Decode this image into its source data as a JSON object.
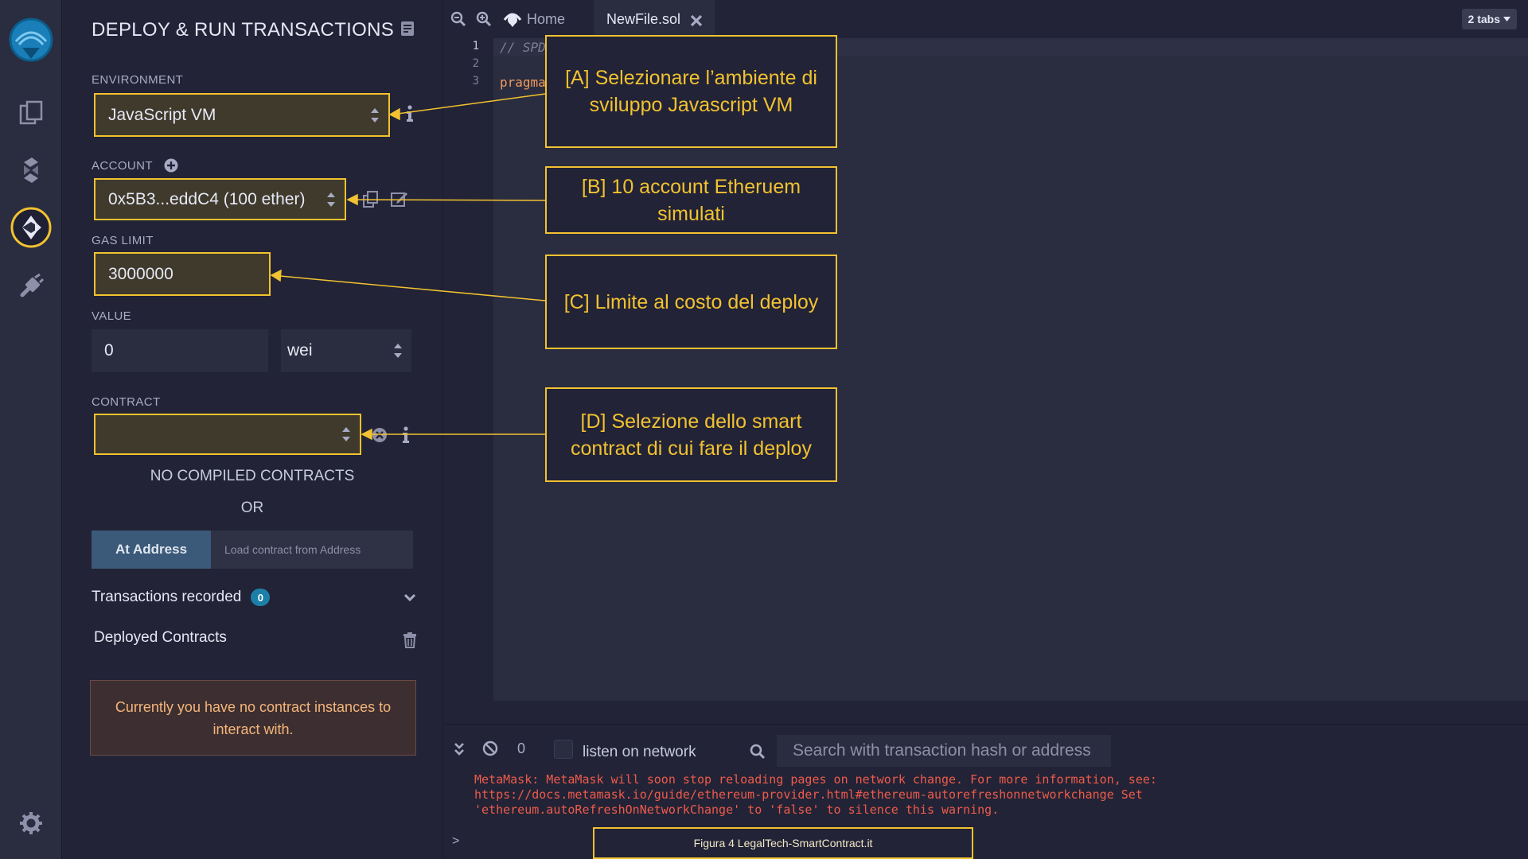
{
  "panel": {
    "title": "DEPLOY & RUN TRANSACTIONS",
    "environment": {
      "label": "ENVIRONMENT",
      "value": "JavaScript VM"
    },
    "account": {
      "label": "ACCOUNT",
      "value": "0x5B3...eddC4 (100 ether)"
    },
    "gas_limit": {
      "label": "GAS LIMIT",
      "value": "3000000"
    },
    "value": {
      "label": "VALUE",
      "amount": "0",
      "unit": "wei"
    },
    "contract": {
      "label": "CONTRACT",
      "value": ""
    },
    "no_compiled": "NO COMPILED CONTRACTS",
    "or": "OR",
    "at_address_button": "At Address",
    "load_contract_placeholder": "Load contract from Address",
    "transactions_recorded": "Transactions recorded",
    "transactions_count": "0",
    "deployed_contracts": "Deployed Contracts",
    "no_instances": "Currently you have no contract instances to interact with."
  },
  "editor": {
    "tabs": [
      {
        "label": "Home"
      },
      {
        "label": "NewFile.sol"
      }
    ],
    "tab_count": "2 tabs",
    "lines": [
      {
        "num": "1",
        "text": "// SPD"
      },
      {
        "num": "2",
        "text": ""
      },
      {
        "num": "3",
        "text": "pragma"
      }
    ]
  },
  "terminal": {
    "pending_count": "0",
    "listen_label": "listen on network",
    "search_placeholder": "Search with transaction hash or address",
    "log": [
      "MetaMask: MetaMask will soon stop reloading pages on network change. For more information, see:",
      "https://docs.metamask.io/guide/ethereum-provider.html#ethereum-autorefreshonnetworkchange Set",
      "'ethereum.autoRefreshOnNetworkChange' to 'false' to silence this warning."
    ],
    "prompt": ">"
  },
  "annotations": {
    "a": "[A] Selezionare l’ambiente di sviluppo Javascript VM",
    "b": "[B] 10 account Etheruem simulati",
    "c": "[C] Limite al costo del deploy",
    "d": "[D] Selezione dello smart contract di cui fare il deploy",
    "caption": "Figura 4 LegalTech-SmartContract.it"
  },
  "colors": {
    "accent": "#f2c230",
    "background": "#222336",
    "panel_field": "#2a2c3f",
    "badge": "#1c7fa8",
    "error_text": "#ee5b4b"
  }
}
